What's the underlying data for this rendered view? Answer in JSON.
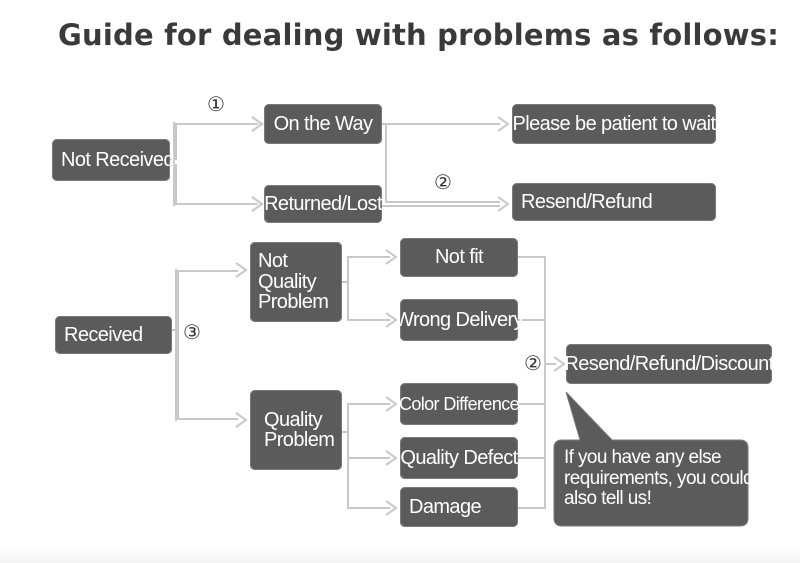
{
  "title": "Guide for dealing with problems as follows:",
  "nodes": {
    "not_received": "Not Received",
    "on_the_way": "On the Way",
    "returned_lost": "Returned/Lost",
    "patient": "Please be patient to wait",
    "resend_refund": "Resend/Refund",
    "received": "Received",
    "not_quality_line1": "Not",
    "not_quality_line2": "Quality",
    "not_quality_line3": "Problem",
    "not_fit": "Not fit",
    "wrong_delivery": "Wrong Delivery",
    "quality_line1": "Quality",
    "quality_line2": "Problem",
    "color_difference": "Color Difference",
    "quality_defect": "Quality Defect",
    "damage": "Damage",
    "resend_refund_discount": "Resend/Refund/Discount"
  },
  "markers": {
    "one": "①",
    "two_top": "②",
    "three": "③",
    "two_bottom": "②"
  },
  "bubble": {
    "line1": "If you have any else",
    "line2": "requirements, you could",
    "line3": "also tell us!"
  },
  "colors": {
    "box": "#5b5b5b",
    "connector": "#c8c8c8",
    "text": "#ffffff",
    "title": "#3a3a3a"
  }
}
